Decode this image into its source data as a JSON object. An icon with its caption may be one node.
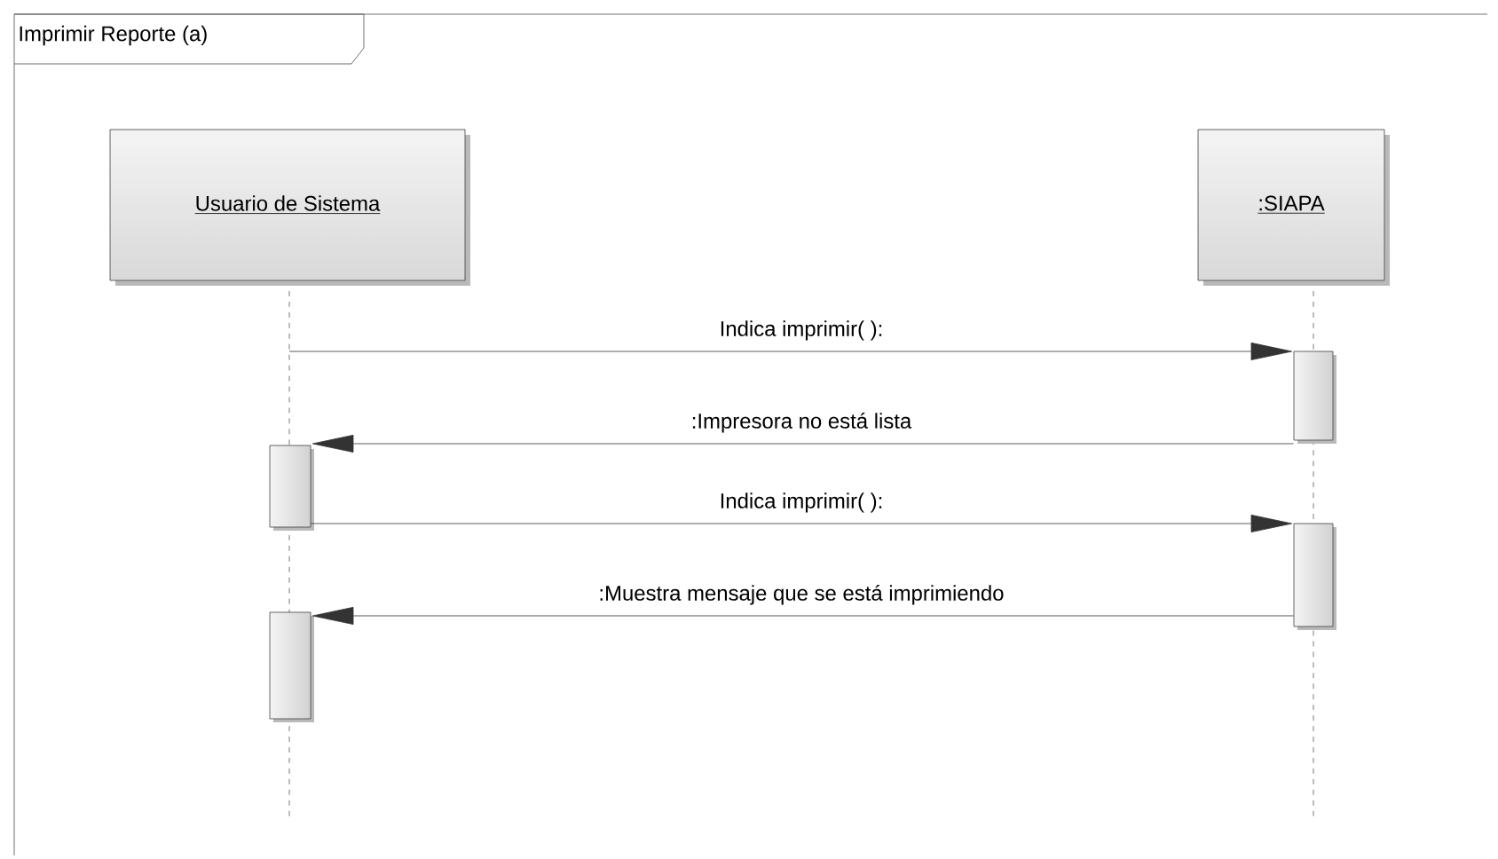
{
  "diagram": {
    "nodes": [
      {
        "text": [
          "Imprimir Reporte (a)"
        ]
      },
      {
        "text": [
          "Usuario de Sistema"
        ],
        "in": 0
      },
      {
        "text": [
          ":SIAPA"
        ],
        "in": 0
      },
      {
        "text": [],
        "shape": "bar",
        "in": 0
      },
      {
        "text": [],
        "shape": "bar",
        "in": 0
      },
      {
        "text": [],
        "shape": "bar",
        "in": 0
      },
      {
        "text": [],
        "shape": "bar",
        "in": 0
      }
    ],
    "edges": [
      {
        "from": 1,
        "to": 3,
        "arrow": "to",
        "label": "Indica imprimir( ):"
      },
      {
        "from": 3,
        "to": 4,
        "arrow": "to",
        "label": ":Impresora no está lista"
      },
      {
        "from": 4,
        "to": 5,
        "arrow": "to",
        "label": "Indica imprimir( ):"
      },
      {
        "from": 5,
        "to": 6,
        "arrow": "to",
        "label": ":Muestra mensaje que se está imprimiendo"
      }
    ]
  }
}
